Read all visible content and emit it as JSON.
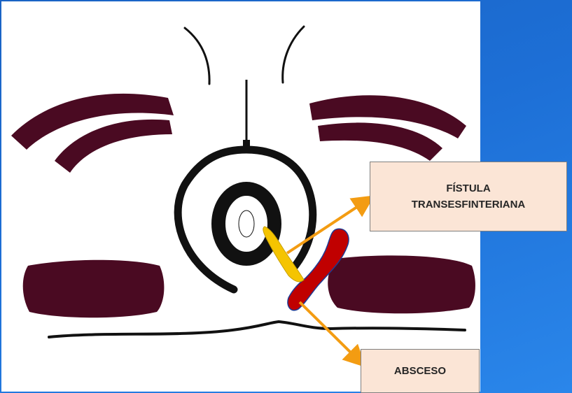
{
  "labels": {
    "fistula_line1": "FÍSTULA",
    "fistula_line2": "TRANSESFINTERIANA",
    "absceso": "ABSCESO"
  },
  "colors": {
    "background_blue": "#1d6fd6",
    "maroon": "#4a0a22",
    "fistula_yellow": "#f5c400",
    "abscess_red": "#c00000",
    "arrow_orange": "#f39c12",
    "label_fill": "#fbe5d6"
  }
}
